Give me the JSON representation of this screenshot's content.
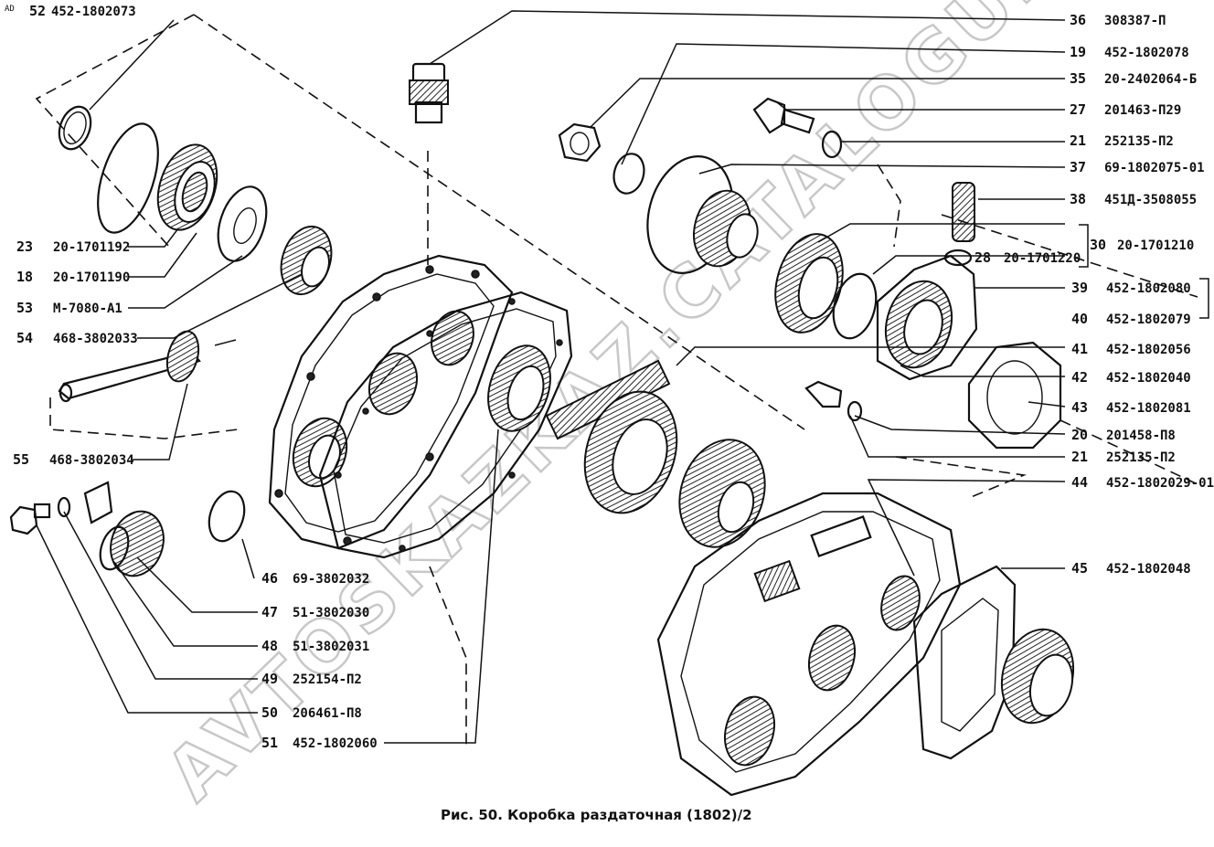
{
  "corner_mark": "AD",
  "caption": "Рис. 50. Коробка раздаточная (1802)/2",
  "watermark": "AVTOSKAZKAZ.CATALOGUE.ONLINE",
  "left_labels": [
    {
      "num": "52",
      "part": "452-1802073"
    },
    {
      "num": "23",
      "part": "20-1701192"
    },
    {
      "num": "18",
      "part": "20-1701190"
    },
    {
      "num": "53",
      "part": "М-7080-А1"
    },
    {
      "num": "54",
      "part": "468-3802033"
    },
    {
      "num": "55",
      "part": "468-3802034"
    }
  ],
  "bottom_labels": [
    {
      "num": "46",
      "part": "69-3802032"
    },
    {
      "num": "47",
      "part": "51-3802030"
    },
    {
      "num": "48",
      "part": "51-3802031"
    },
    {
      "num": "49",
      "part": "252154-П2"
    },
    {
      "num": "50",
      "part": "206461-П8"
    },
    {
      "num": "51",
      "part": "452-1802060"
    }
  ],
  "right_labels": [
    {
      "num": "36",
      "part": "308387-П"
    },
    {
      "num": "19",
      "part": "452-1802078"
    },
    {
      "num": "35",
      "part": "20-2402064-Б"
    },
    {
      "num": "27",
      "part": "201463-П29"
    },
    {
      "num": "21",
      "part": "252135-П2"
    },
    {
      "num": "37",
      "part": "69-1802075-01"
    },
    {
      "num": "38",
      "part": "451Д-3508055"
    },
    {
      "num": "30",
      "part": "20-1701210"
    },
    {
      "num": "39",
      "part": "452-1802080"
    },
    {
      "num": "40",
      "part": "452-1802079"
    },
    {
      "num": "41",
      "part": "452-1802056"
    },
    {
      "num": "42",
      "part": "452-1802040"
    },
    {
      "num": "43",
      "part": "452-1802081"
    },
    {
      "num": "20",
      "part": "201458-П8"
    },
    {
      "num": "21b",
      "part": "252135-П2"
    },
    {
      "num": "44",
      "part": "452-1802029-01"
    },
    {
      "num": "45",
      "part": "452-1802048"
    }
  ],
  "group_label": {
    "num": "28",
    "part": "20-1701220"
  }
}
